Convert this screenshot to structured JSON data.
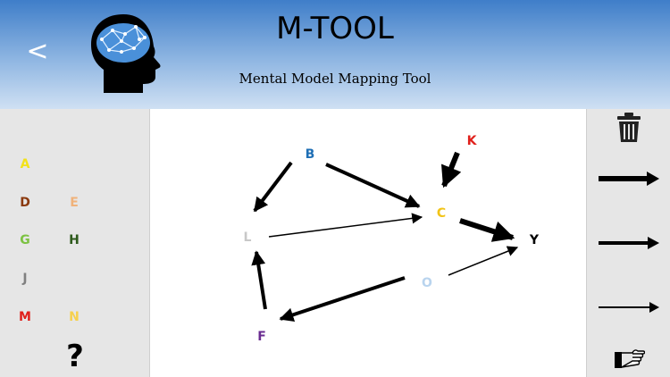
{
  "header": {
    "back_label": "<",
    "title": "M-TOOL",
    "subtitle": "Mental Model Mapping Tool"
  },
  "palette": {
    "items": [
      {
        "label": "A",
        "color": "#f2e21a"
      },
      {
        "label": "D",
        "color": "#8b3a0f"
      },
      {
        "label": "E",
        "color": "#f0b27a"
      },
      {
        "label": "G",
        "color": "#7cc242"
      },
      {
        "label": "H",
        "color": "#2e5a1c"
      },
      {
        "label": "J",
        "color": "#808080"
      },
      {
        "label": "M",
        "color": "#e0201b"
      },
      {
        "label": "N",
        "color": "#f6d04d"
      }
    ],
    "help_label": "?"
  },
  "map": {
    "nodes": [
      {
        "id": "B",
        "label": "B",
        "color": "#1f6fb5"
      },
      {
        "id": "K",
        "label": "K",
        "color": "#e0201b"
      },
      {
        "id": "C",
        "label": "C",
        "color": "#f2c418"
      },
      {
        "id": "Y",
        "label": "Y",
        "color": "#000000"
      },
      {
        "id": "L",
        "label": "L",
        "color": "#c8c8c8"
      },
      {
        "id": "O",
        "label": "O",
        "color": "#b9d4ee"
      },
      {
        "id": "F",
        "label": "F",
        "color": "#6a2c91"
      }
    ],
    "connections": [
      {
        "from": "B",
        "to": "L",
        "strength": "strong"
      },
      {
        "from": "B",
        "to": "C",
        "strength": "strong"
      },
      {
        "from": "K",
        "to": "C",
        "strength": "very strong"
      },
      {
        "from": "C",
        "to": "Y",
        "strength": "very strong"
      },
      {
        "from": "L",
        "to": "C",
        "strength": "weak"
      },
      {
        "from": "O",
        "to": "Y",
        "strength": "weak"
      },
      {
        "from": "O",
        "to": "F",
        "strength": "strong"
      },
      {
        "from": "F",
        "to": "L",
        "strength": "strong"
      }
    ]
  },
  "toolbar": {
    "tools": [
      {
        "name": "delete",
        "icon": "trash-icon"
      },
      {
        "name": "very-strong-arrow",
        "icon": "thick-arrow-icon"
      },
      {
        "name": "strong-arrow",
        "icon": "medium-arrow-icon"
      },
      {
        "name": "weak-arrow",
        "icon": "thin-arrow-icon"
      },
      {
        "name": "select",
        "icon": "pointing-hand-icon"
      }
    ]
  }
}
